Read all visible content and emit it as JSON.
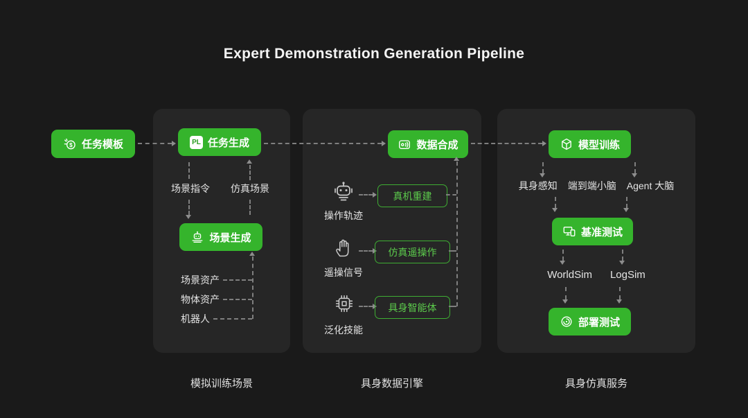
{
  "title": "Expert Demonstration Generation Pipeline",
  "source": {
    "label": "任务模板"
  },
  "panels": [
    {
      "caption": "模拟训练场景",
      "task_gen": "任务生成",
      "badge": "PL",
      "scene_cmd": "场景指令",
      "sim_scene": "仿真场景",
      "scene_gen": "场景生成",
      "assets": [
        "场景资产",
        "物体资产",
        "机器人"
      ]
    },
    {
      "caption": "具身数据引擎",
      "data_syn": "数据合成",
      "rows": [
        {
          "source": "操作轨迹",
          "target": "真机重建"
        },
        {
          "source": "遥操信号",
          "target": "仿真遥操作"
        },
        {
          "source": "泛化技能",
          "target": "具身智能体"
        }
      ]
    },
    {
      "caption": "具身仿真服务",
      "model_train": "模型训练",
      "brains": [
        "具身感知",
        "端到端小脑",
        "Agent 大脑"
      ],
      "benchmark": "基准测试",
      "sims": [
        "WorldSim",
        "LogSim"
      ],
      "deploy": "部署测试"
    }
  ],
  "colors": {
    "accent_green": "#35b42c",
    "outline_green": "#3fae33",
    "background": "#1a1a1a",
    "panel": "#262626",
    "arrow_gray": "#7f7f7f"
  }
}
